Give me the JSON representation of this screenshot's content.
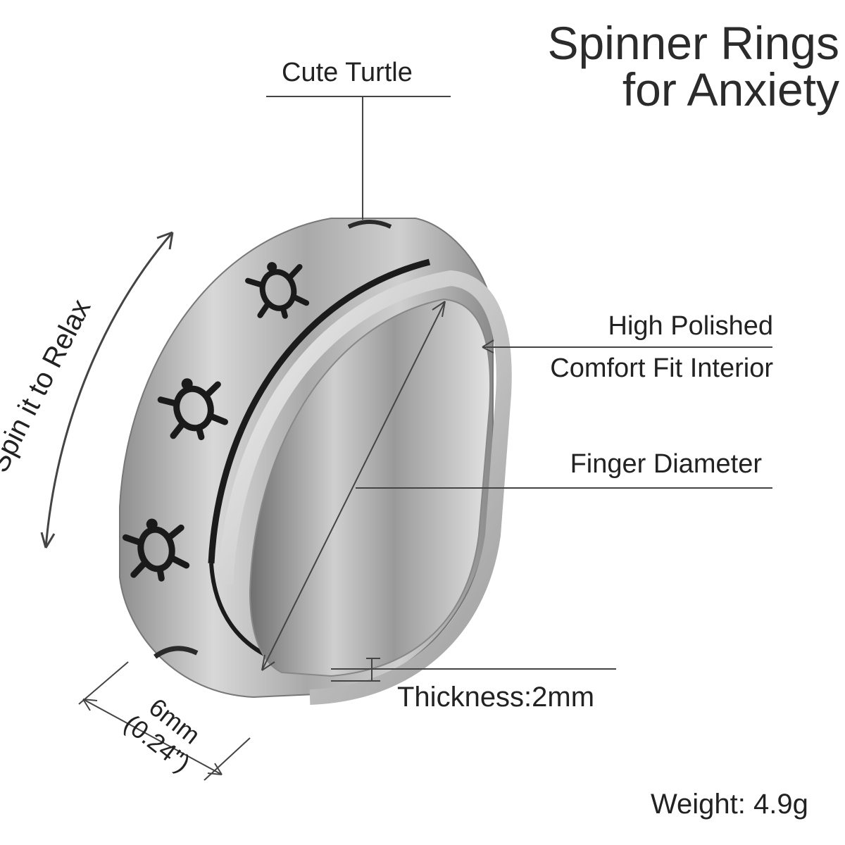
{
  "title": {
    "line1": "Spinner Rings",
    "line2": "for Anxiety"
  },
  "labels": {
    "cute_turtle": "Cute Turtle",
    "high_polished": "High Polished",
    "comfort_fit": "Comfort Fit Interior",
    "finger_diameter": "Finger Diameter",
    "thickness": "Thickness:2mm",
    "weight": "Weight: 4.9g",
    "spin": "Spin it to Relax",
    "width_mm": "6mm",
    "width_in": "(0.24\")"
  },
  "colors": {
    "text": "#222222",
    "steel": "#b8b8b8",
    "engraving": "#1a1a1a"
  }
}
